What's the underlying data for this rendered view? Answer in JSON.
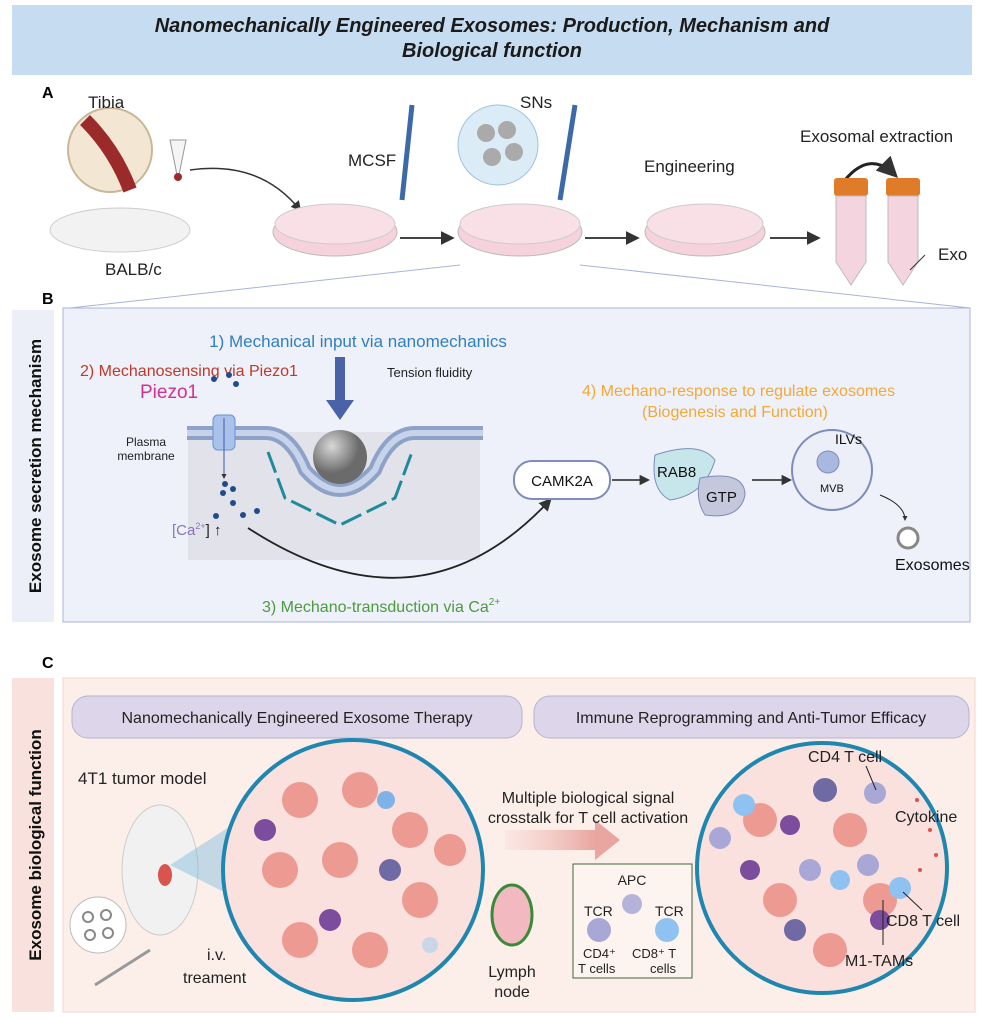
{
  "title": {
    "line1": "Nanomechanically Engineered Exosomes: Production, Mechanism and",
    "line2": "Biological function"
  },
  "panel_a": {
    "letter": "A",
    "tibia": "Tibia",
    "mouse": "BALB/c",
    "mcsf": "MCSF",
    "sns": "SNs",
    "engineering": "Engineering",
    "extraction": "Exosomal extraction",
    "exo": "Exo"
  },
  "panel_b": {
    "letter": "B",
    "side_label": "Exosome secretion mechanism",
    "step1": "1) Mechanical input via nanomechanics",
    "step2": "2) Mechanosensing via Piezo1",
    "piezo1": "Piezo1",
    "plasma1": "Plasma",
    "plasma2": "membrane",
    "tension": "Tension fluidity",
    "ca_label": "[Ca",
    "ca_sup": "2+",
    "ca_close": "] ↑",
    "step3": "3) Mechano-transduction via Ca",
    "step3_sup": "2+",
    "step4_line1": "4) Mechano-response to regulate exosomes",
    "step4_line2": "(Biogenesis and Function)",
    "camk2a": "CAMK2A",
    "rab8": "RAB8",
    "gtp": "GTP",
    "ilvs": "ILVs",
    "mvb": "MVB",
    "exosomes": "Exosomes"
  },
  "panel_c": {
    "letter": "C",
    "side_label": "Exosome biological function",
    "pill_left": "Nanomechanically Engineered Exosome Therapy",
    "pill_right": "Immune Reprogramming and  Anti-Tumor Efficacy",
    "tumor_model": "4T1 tumor model",
    "iv1": "i.v.",
    "iv2": "treament",
    "signal1": "Multiple biological signal",
    "signal2": "crosstalk for T cell activation",
    "lymph1": "Lymph",
    "lymph2": "node",
    "apc": "APC",
    "tcr_left": "TCR",
    "tcr_right": "TCR",
    "cd4_1": "CD4⁺",
    "cd4_2": "T cells",
    "cd8_1": "CD8⁺ T",
    "cd8_2": "cells",
    "cd4_tcell": "CD4 T cell",
    "cytokine": "Cytokine",
    "cd8_tcell": "CD8 T cell",
    "m1_tams": "M1-TAMs"
  },
  "colors": {
    "title_bg": "#c6dcf1",
    "step1": "#2f7fc1",
    "step2": "#c0392b",
    "piezo1": "#d2318f",
    "step3": "#4c9b3e",
    "step4": "#f2a936",
    "ca": "#8a74b3",
    "panel_b_bg": "#eef0fa",
    "panel_c_bg": "#fcefea",
    "circle": "#1f86b0"
  }
}
